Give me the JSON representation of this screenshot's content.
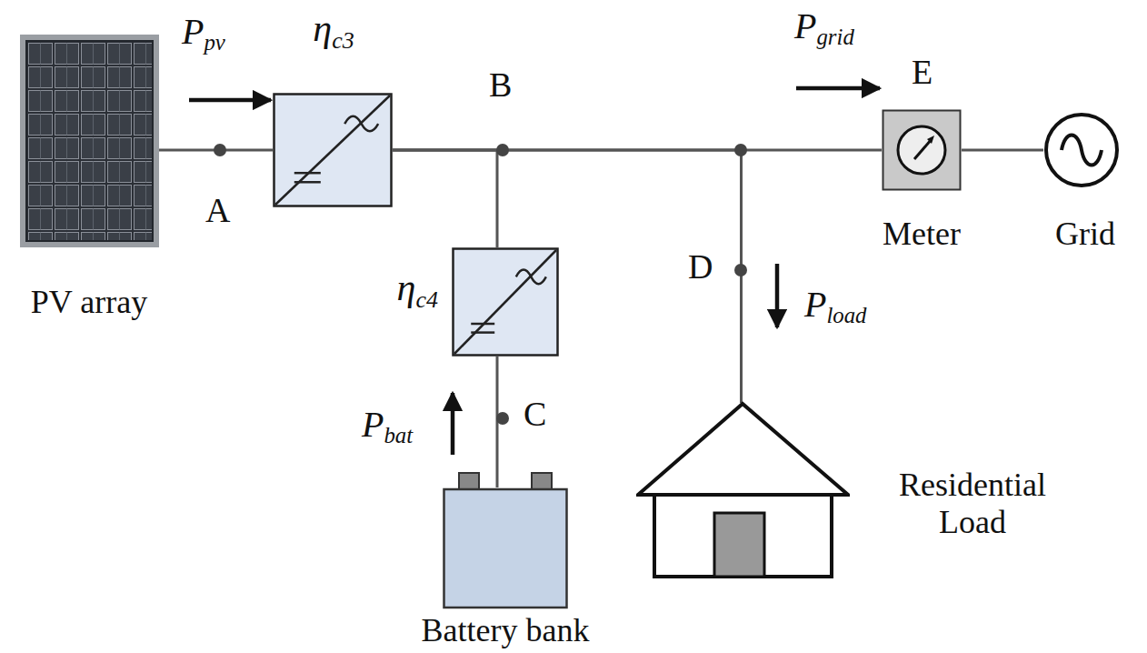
{
  "diagram": {
    "nodes": [
      {
        "text": [
          "PV array"
        ]
      },
      {
        "text": [
          "ηc3"
        ]
      },
      {
        "text": [
          "ηc4"
        ]
      },
      {
        "text": [
          "Battery bank"
        ]
      },
      {
        "text": [
          "Residential Load"
        ]
      },
      {
        "text": [
          "Meter"
        ]
      },
      {
        "text": [
          "Grid"
        ]
      }
    ],
    "edges": [
      {
        "from": 0,
        "to": 1,
        "arrow": "none"
      },
      {
        "from": 1,
        "to": 2,
        "arrow": "none"
      },
      {
        "from": 1,
        "to": 4,
        "arrow": "none"
      },
      {
        "from": 1,
        "to": 5,
        "arrow": "none"
      },
      {
        "from": 5,
        "to": 6,
        "arrow": "none"
      },
      {
        "from": 2,
        "to": 3,
        "arrow": "none"
      }
    ],
    "labels": [
      "Ppv",
      "Pgrid",
      "A",
      "B",
      "E",
      "D",
      "Pload",
      "C",
      "Pbat"
    ]
  }
}
